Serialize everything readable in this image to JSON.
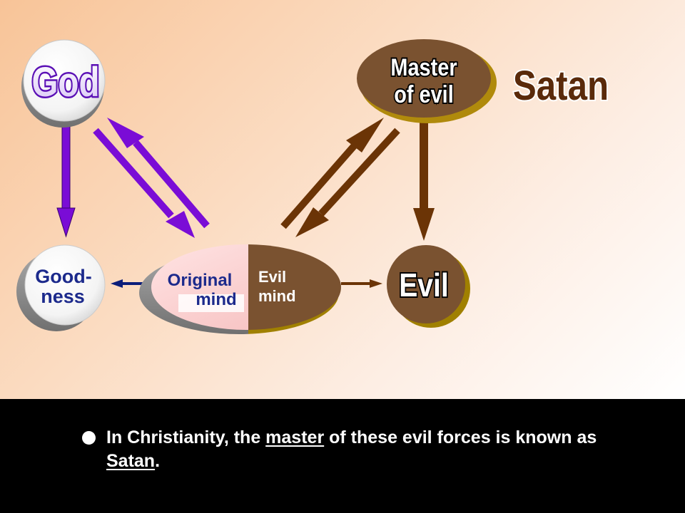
{
  "nodes": {
    "god": "God",
    "master_line1": "Master",
    "master_line2": "of evil",
    "satan_title": "Satan",
    "goodness_line1": "Good-",
    "goodness_line2": "ness",
    "original_line1": "Original",
    "original_line2": "mind",
    "evilmind_line1": "Evil",
    "evilmind_line2": "mind",
    "evil": "Evil"
  },
  "caption": {
    "part1": "In Christianity, the ",
    "master_word": "master",
    "part2": " of these evil forces is known as ",
    "satan_word": "Satan",
    "part3": "."
  },
  "colors": {
    "purple_arrow": "#7a0cd6",
    "brown_arrow": "#6b3406",
    "brown_node": "#7a5230",
    "navy_text": "#1c2a8c"
  }
}
